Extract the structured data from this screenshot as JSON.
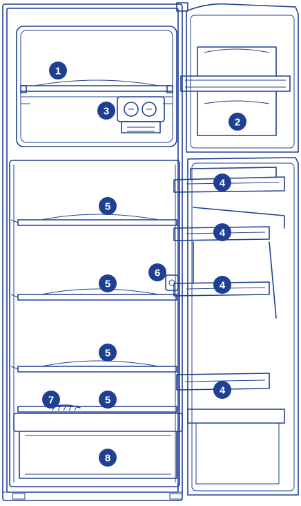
{
  "colors": {
    "line": "#1f3f92",
    "badge_text": "#ffffff",
    "background": "#ffffff"
  },
  "callouts": [
    {
      "id": "freezer-light",
      "label": "1"
    },
    {
      "id": "freezer-door-shelf",
      "label": "2"
    },
    {
      "id": "thermostat",
      "label": "3"
    },
    {
      "id": "door-shelf-top",
      "label": "4"
    },
    {
      "id": "door-shelf-second",
      "label": "4"
    },
    {
      "id": "door-shelf-third",
      "label": "4"
    },
    {
      "id": "door-shelf-bottom",
      "label": "4"
    },
    {
      "id": "shelf-top",
      "label": "5"
    },
    {
      "id": "shelf-middle",
      "label": "5"
    },
    {
      "id": "shelf-lower",
      "label": "5"
    },
    {
      "id": "shelf-bottom",
      "label": "5"
    },
    {
      "id": "door-hinge",
      "label": "6"
    },
    {
      "id": "drain",
      "label": "7"
    },
    {
      "id": "crisper-drawer",
      "label": "8"
    }
  ]
}
